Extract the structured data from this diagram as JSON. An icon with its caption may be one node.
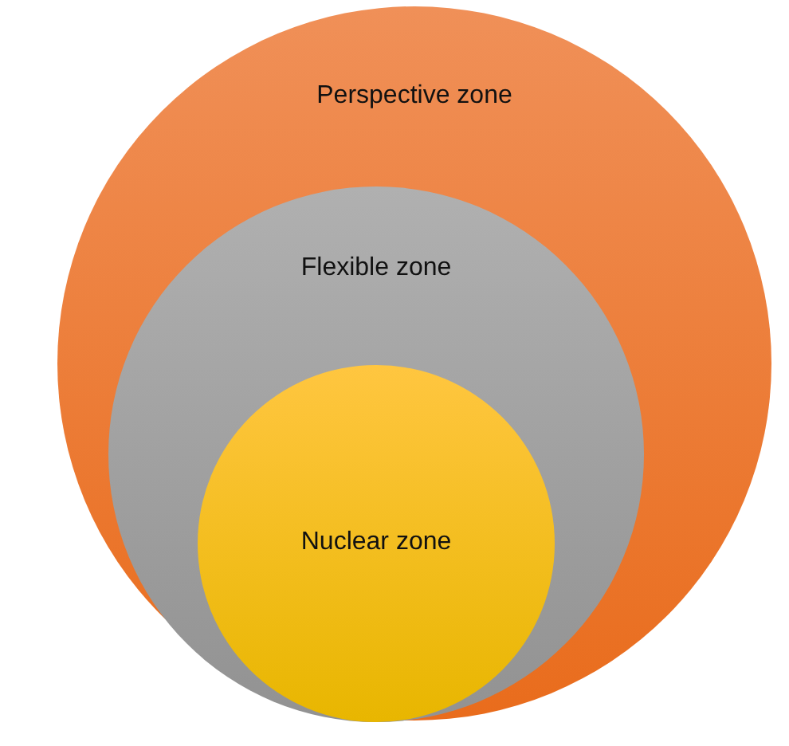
{
  "diagram": {
    "nodes": [
      {
        "text": [
          "Perspective zone"
        ]
      },
      {
        "text": [
          "Flexible zone"
        ],
        "in": 0
      },
      {
        "text": [
          "Nuclear zone"
        ],
        "in": 1
      }
    ]
  }
}
